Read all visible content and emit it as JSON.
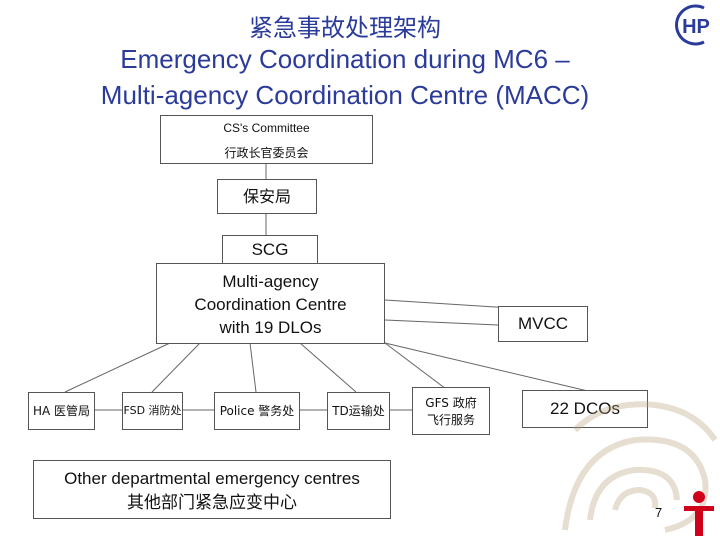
{
  "title": {
    "line1": "紧急事故处理架构",
    "line2": "Emergency Coordination during MC6 –",
    "line3": "Multi-agency Coordination Centre (MACC)"
  },
  "logo": {
    "text": "HP",
    "icon": "hp-logo-icon",
    "color": "#2b3b9a"
  },
  "nodes": {
    "cs_committee_en": "CS's Committee",
    "cs_committee_zh": "行政长官委员会",
    "security_bureau": "保安局",
    "scg": "SCG",
    "macc_line1": "Multi-agency",
    "macc_line2": "Coordination Centre",
    "macc_line3": "with 19 DLOs",
    "mvcc": "MVCC",
    "ha": "HA 医管局",
    "fsd": "FSD 消防处",
    "police": "Police 警务处",
    "td": "TD运输处",
    "gfs_line1": "GFS 政府",
    "gfs_line2": "飞行服务",
    "dcos": "22 DCOs",
    "other_en": "Other departmental emergency centres",
    "other_zh": "其他部门紧急应变中心"
  },
  "page_number": "7",
  "colors": {
    "title": "#2b3b9a",
    "figure": "#d0021b",
    "border": "#555555"
  }
}
